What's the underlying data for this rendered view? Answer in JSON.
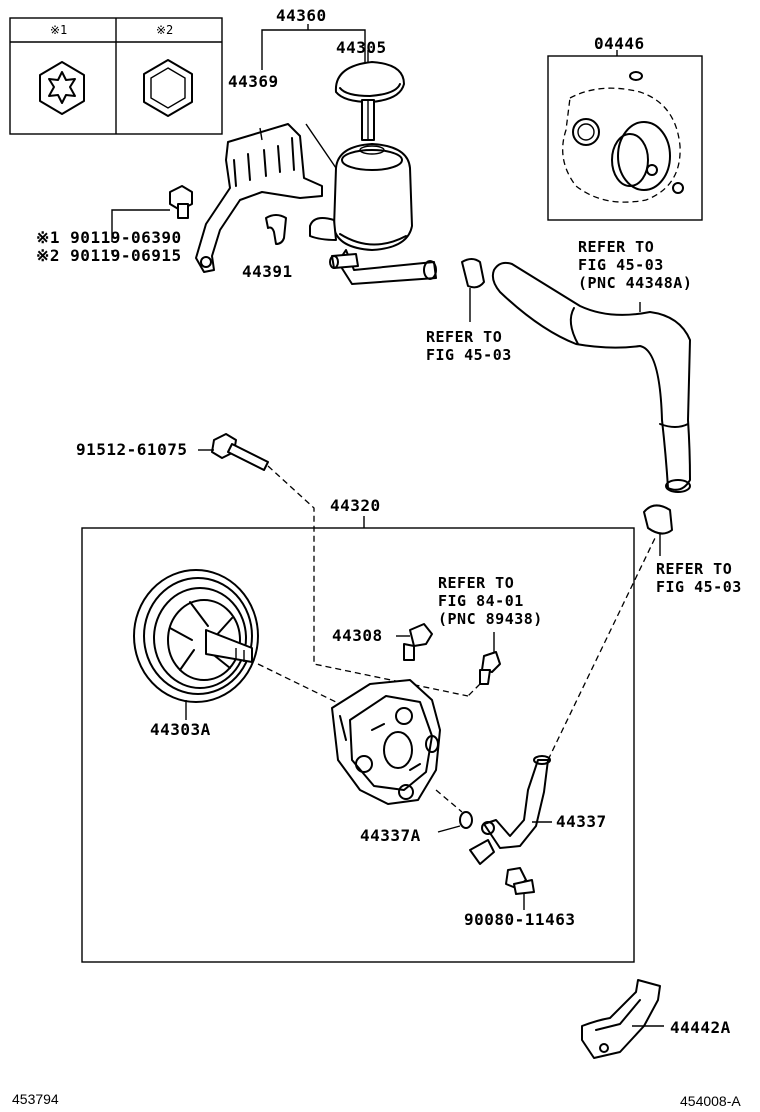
{
  "legend": {
    "mark1": "※1",
    "mark2": "※2"
  },
  "labels": {
    "p44360": "44360",
    "p44305": "44305",
    "p44369": "44369",
    "p44391": "44391",
    "p04446": "04446",
    "p90119_1": "※1 90119-06390",
    "p90119_2": "※2 90119-06915",
    "p91512": "91512-61075",
    "p44320": "44320",
    "p44308": "44308",
    "p44303A": "44303A",
    "p44337A": "44337A",
    "p44337": "44337",
    "p90080": "90080-11463",
    "p44442A": "44442A"
  },
  "refs": {
    "ref1": {
      "line1": "REFER TO",
      "line2": "FIG 45-03",
      "line3": "(PNC 44348A)"
    },
    "ref2": {
      "line1": "REFER TO",
      "line2": "FIG 45-03"
    },
    "ref3": {
      "line1": "REFER TO",
      "line2": "FIG 45-03"
    },
    "ref4": {
      "line1": "REFER TO",
      "line2": "FIG 84-01",
      "line3": "(PNC 89438)"
    }
  },
  "footer": {
    "left": "453794",
    "right": "454008-A"
  }
}
